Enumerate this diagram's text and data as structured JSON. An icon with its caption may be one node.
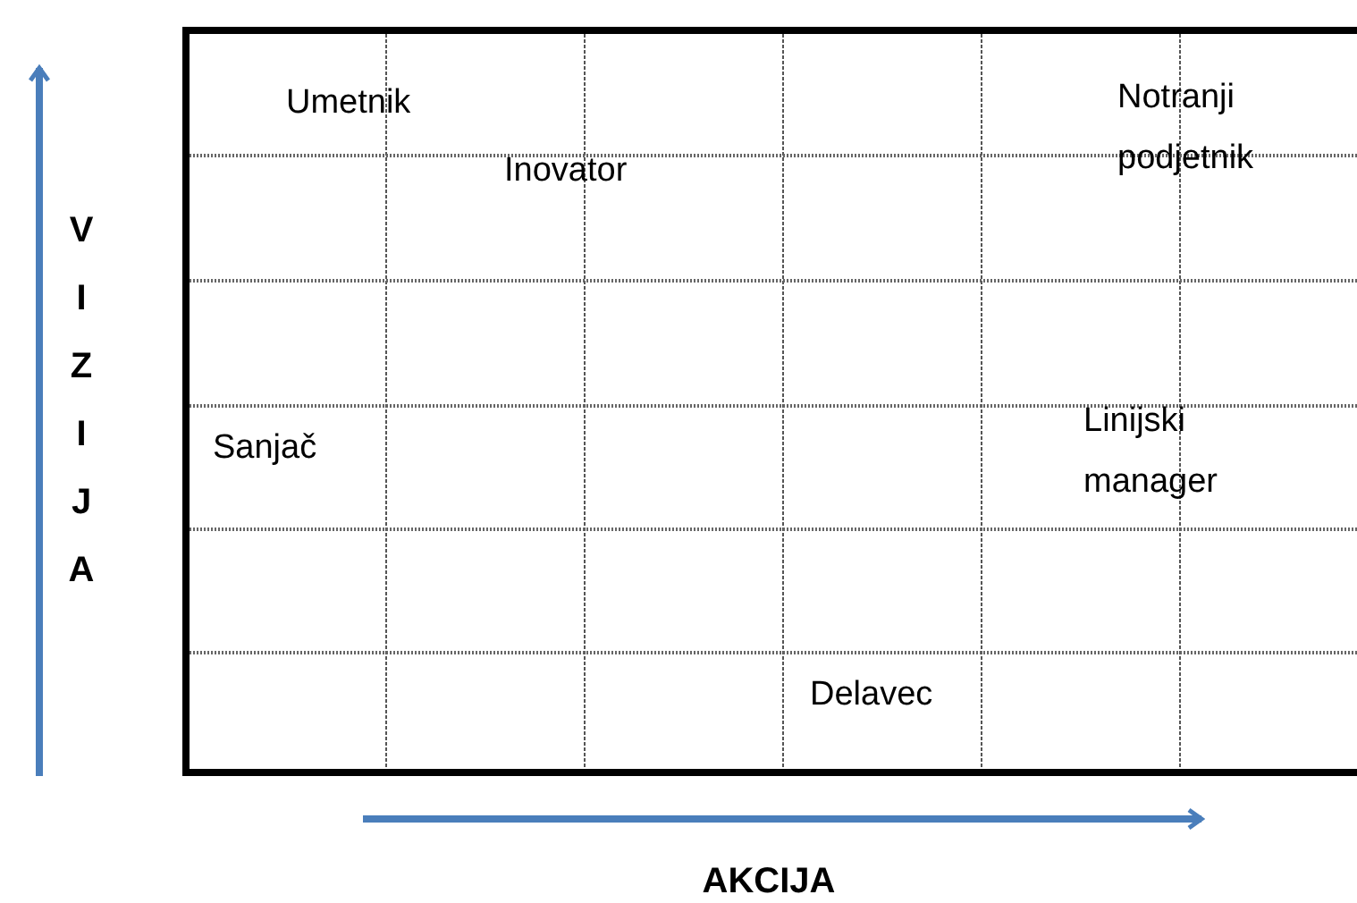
{
  "diagram": {
    "labels": [
      "Umetnik",
      "Notranji podjetnik",
      "Inovator",
      "VIZIJA",
      "Linijski manager",
      "Sanjač",
      "Delavec",
      "AKCIJA"
    ]
  }
}
